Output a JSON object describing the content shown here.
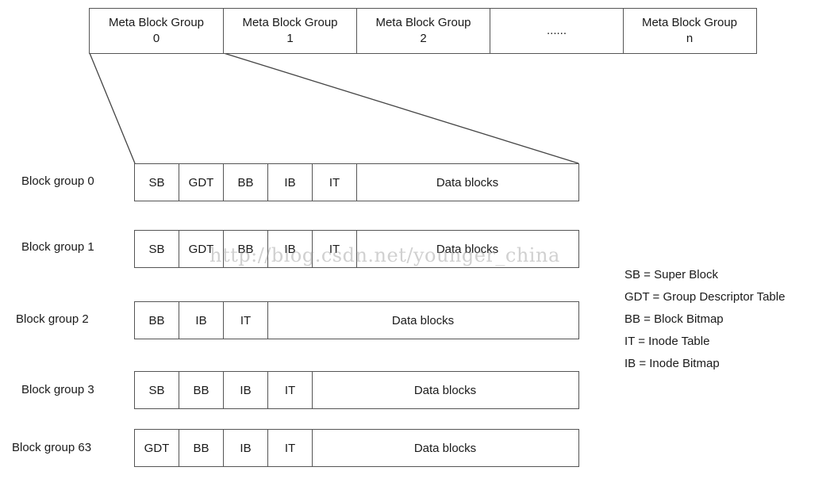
{
  "meta_groups": [
    {
      "line1": "Meta Block Group",
      "line2": "0"
    },
    {
      "line1": "Meta Block Group",
      "line2": "1"
    },
    {
      "line1": "Meta Block Group",
      "line2": "2"
    },
    {
      "line1": "",
      "line2": "......"
    },
    {
      "line1": "Meta Block Group",
      "line2": "n"
    }
  ],
  "block_groups": [
    {
      "label": "Block group 0",
      "cells": [
        "SB",
        "GDT",
        "BB",
        "IB",
        "IT",
        "Data blocks"
      ]
    },
    {
      "label": "Block group 1",
      "cells": [
        "SB",
        "GDT",
        "BB",
        "IB",
        "IT",
        "Data blocks"
      ]
    },
    {
      "label": "Block group 2",
      "cells": [
        "BB",
        "IB",
        "IT",
        "Data blocks"
      ]
    },
    {
      "label": "Block group 3",
      "cells": [
        "SB",
        "BB",
        "IB",
        "IT",
        "Data blocks"
      ]
    },
    {
      "label": "Block group 63",
      "cells": [
        "GDT",
        "BB",
        "IB",
        "IT",
        "Data blocks"
      ]
    }
  ],
  "legend": [
    "SB = Super Block",
    "GDT = Group Descriptor Table",
    "BB = Block Bitmap",
    "IT = Inode Table",
    "IB = Inode Bitmap"
  ],
  "watermark": "http://blog.csdn.net/younger_china"
}
